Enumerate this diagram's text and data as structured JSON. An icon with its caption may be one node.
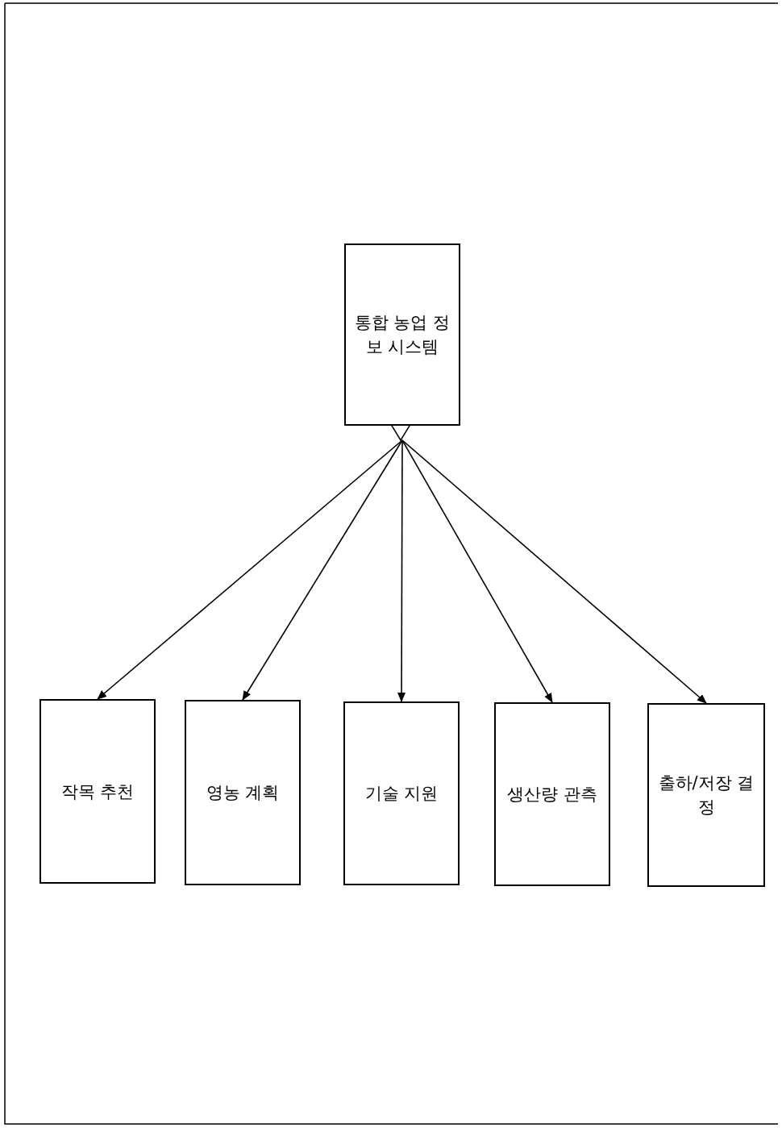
{
  "diagram": {
    "nodes": [
      {
        "text": [
          "통합 농업 정보 시스템"
        ]
      },
      {
        "text": [
          "작목 추천"
        ]
      },
      {
        "text": [
          "영농 계획"
        ]
      },
      {
        "text": [
          "기술 지원"
        ]
      },
      {
        "text": [
          "생산량 관측"
        ]
      },
      {
        "text": [
          "출하/저장 결정"
        ]
      }
    ],
    "edges": [
      {
        "from": 0,
        "to": 1,
        "arrow": "to"
      },
      {
        "from": 0,
        "to": 2,
        "arrow": "to"
      },
      {
        "from": 0,
        "to": 3,
        "arrow": "to"
      },
      {
        "from": 0,
        "to": 4,
        "arrow": "to"
      },
      {
        "from": 0,
        "to": 5,
        "arrow": "to"
      }
    ]
  }
}
